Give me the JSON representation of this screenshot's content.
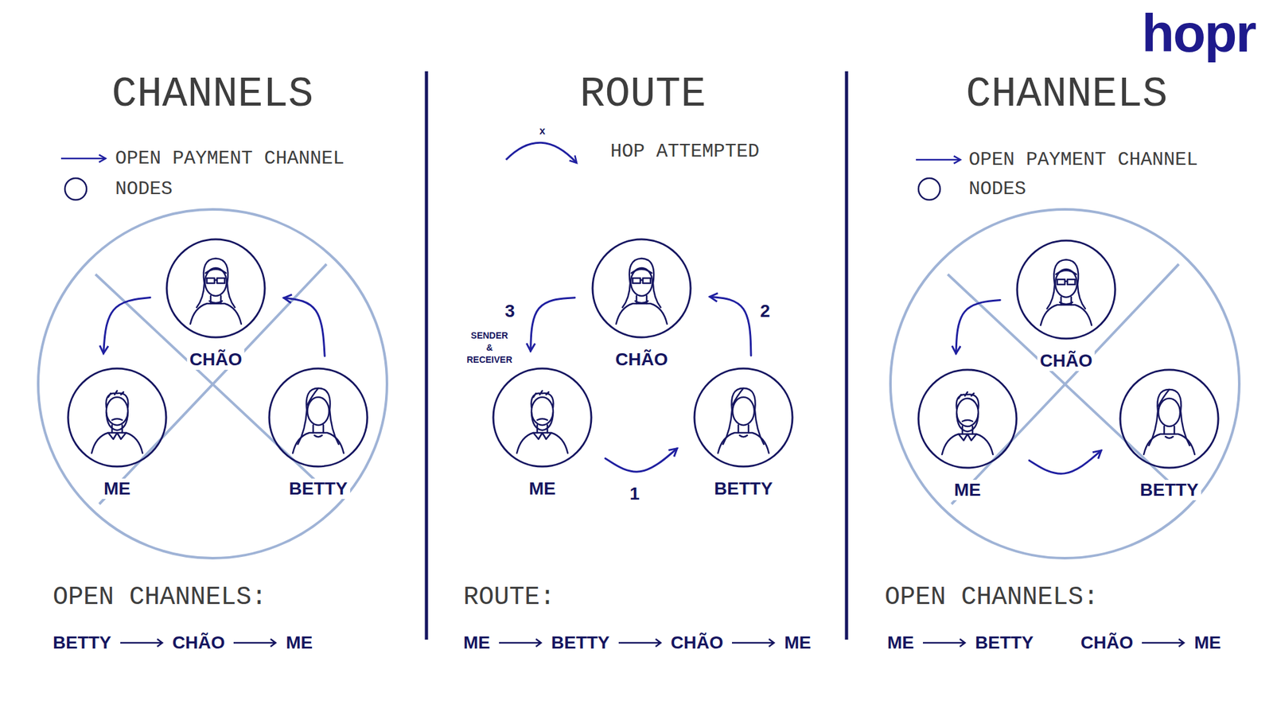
{
  "diagram": {
    "nodes": [
      {
        "text": [
          "CHÃO"
        ]
      },
      {
        "text": [
          "ME"
        ]
      },
      {
        "text": [
          "BETTY"
        ]
      },
      {
        "text": [
          "CHÃO"
        ]
      },
      {
        "text": [
          "ME"
        ]
      },
      {
        "text": [
          "BETTY"
        ]
      },
      {
        "text": [
          "CHÃO"
        ]
      },
      {
        "text": [
          "ME"
        ]
      },
      {
        "text": [
          "BETTY"
        ]
      }
    ],
    "edges": [
      {
        "from": 0,
        "to": 1,
        "arrow": "to"
      },
      {
        "from": 2,
        "to": 0,
        "arrow": "to"
      },
      {
        "from": 4,
        "to": 5,
        "arrow": "to",
        "label": "1"
      },
      {
        "from": 5,
        "to": 3,
        "arrow": "to",
        "label": "2"
      },
      {
        "from": 3,
        "to": 4,
        "arrow": "to",
        "label": "3"
      },
      {
        "from": 6,
        "to": 7,
        "arrow": "to"
      },
      {
        "from": 7,
        "to": 8,
        "arrow": "to"
      }
    ],
    "labels": [
      "hopr",
      "CHANNELS",
      "ROUTE",
      "CHANNELS",
      "x",
      "SENDER & RECEIVER",
      "OPEN CHANNELS:",
      "BETTY",
      "CHÃO",
      "ME",
      "ROUTE:",
      "ME",
      "BETTY",
      "CHÃO",
      "ME",
      "OPEN CHANNELS:",
      "ME",
      "BETTY",
      "CHÃO",
      "ME"
    ],
    "legend": [
      {
        "text": "OPEN PAYMENT CHANNEL"
      },
      {
        "text": "NODES"
      },
      {
        "text": "HOP ATTEMPTED"
      },
      {
        "text": "OPEN PAYMENT CHANNEL"
      },
      {
        "text": "NODES"
      }
    ]
  }
}
